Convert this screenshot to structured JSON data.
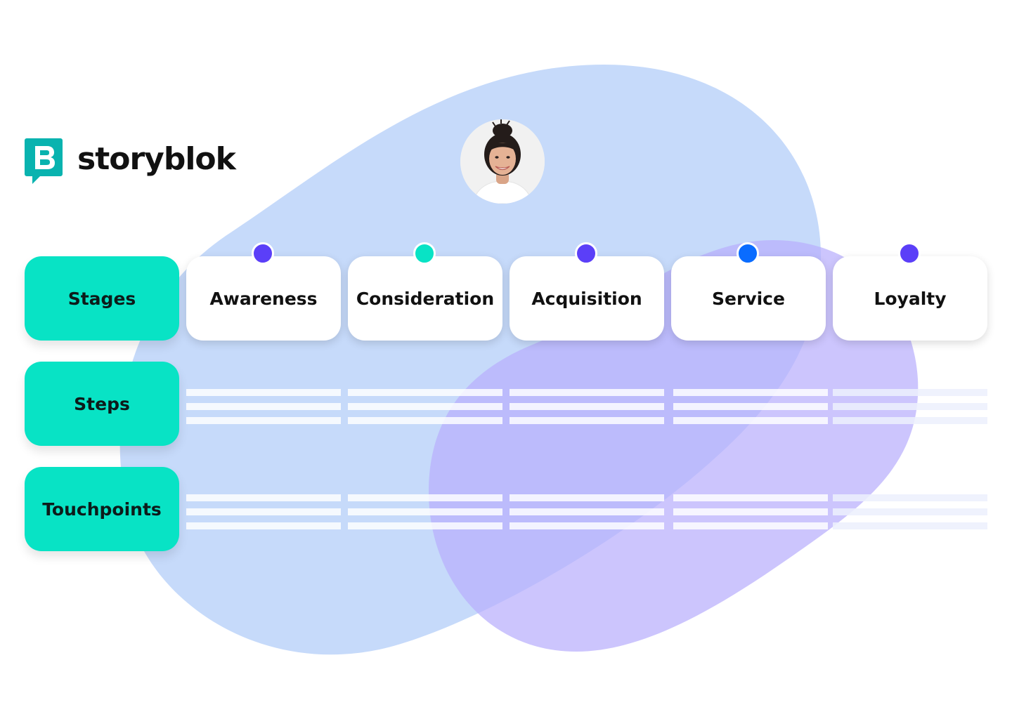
{
  "brand": {
    "name": "storyblok",
    "mark_letter": "B",
    "mark_color": "#09b3af"
  },
  "persona": {
    "avatar": "customer-portrait"
  },
  "rows": {
    "stages_label": "Stages",
    "steps_label": "Steps",
    "touchpoints_label": "Touchpoints"
  },
  "stages": [
    {
      "label": "Awareness",
      "dot_color": "#5b3ff8"
    },
    {
      "label": "Consideration",
      "dot_color": "#08e3c5"
    },
    {
      "label": "Acquisition",
      "dot_color": "#5b3ff8"
    },
    {
      "label": "Service",
      "dot_color": "#0a6cff"
    },
    {
      "label": "Loyalty",
      "dot_color": "#5b3ff8"
    }
  ],
  "colors": {
    "row_label_bg": "#08e3c5",
    "blob_blue": "#c6dafa",
    "blob_purple": "#b9affc"
  }
}
